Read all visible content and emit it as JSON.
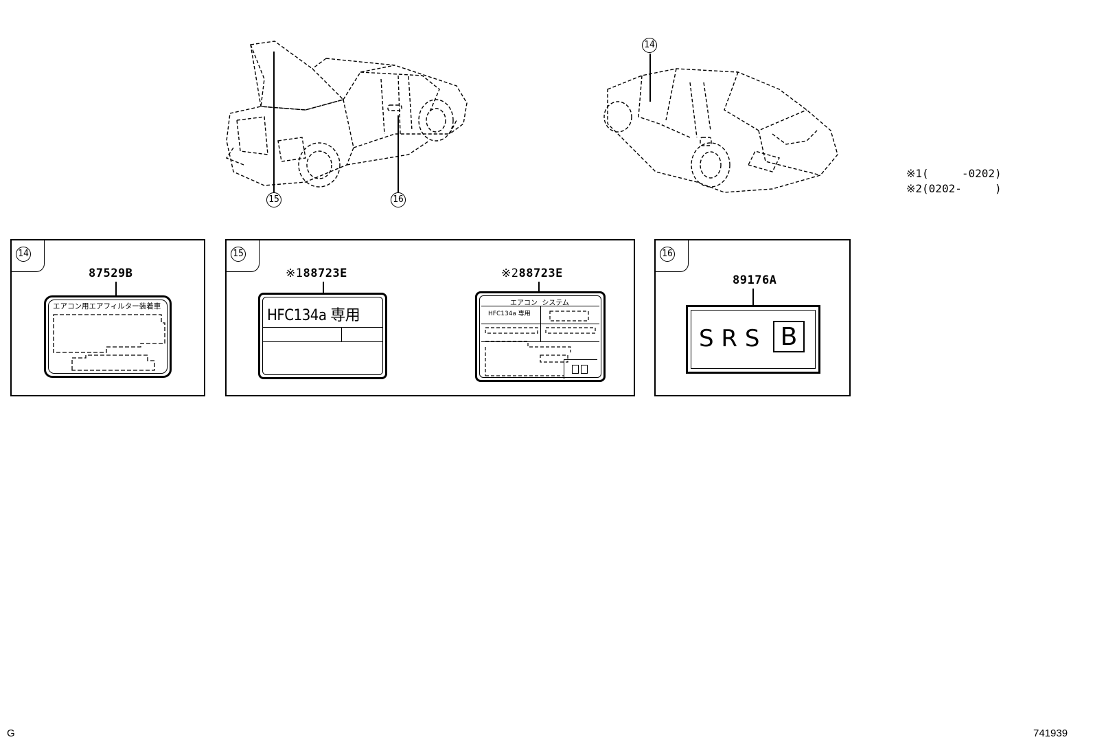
{
  "callouts": {
    "c14": "14",
    "c15": "15",
    "c16": "16"
  },
  "notes": {
    "note1": "※1(     -0202)",
    "note2": "※2(0202-     )"
  },
  "panel14": {
    "part_no": "87529B",
    "label_header": "エアコン用エアフィルター装着車"
  },
  "panel15": {
    "part1_mark": "※1",
    "part1_no": "88723E",
    "label1_text": "HFC134a 専用",
    "part2_mark": "※2",
    "part2_no": "88723E",
    "label2_header": "エアコン  システム",
    "label2_text": "HFC134a 専用"
  },
  "panel16": {
    "part_no": "89176A",
    "srs_text": "S R S",
    "srs_letter": "B"
  },
  "footer": {
    "left": "G",
    "right": "741939"
  }
}
